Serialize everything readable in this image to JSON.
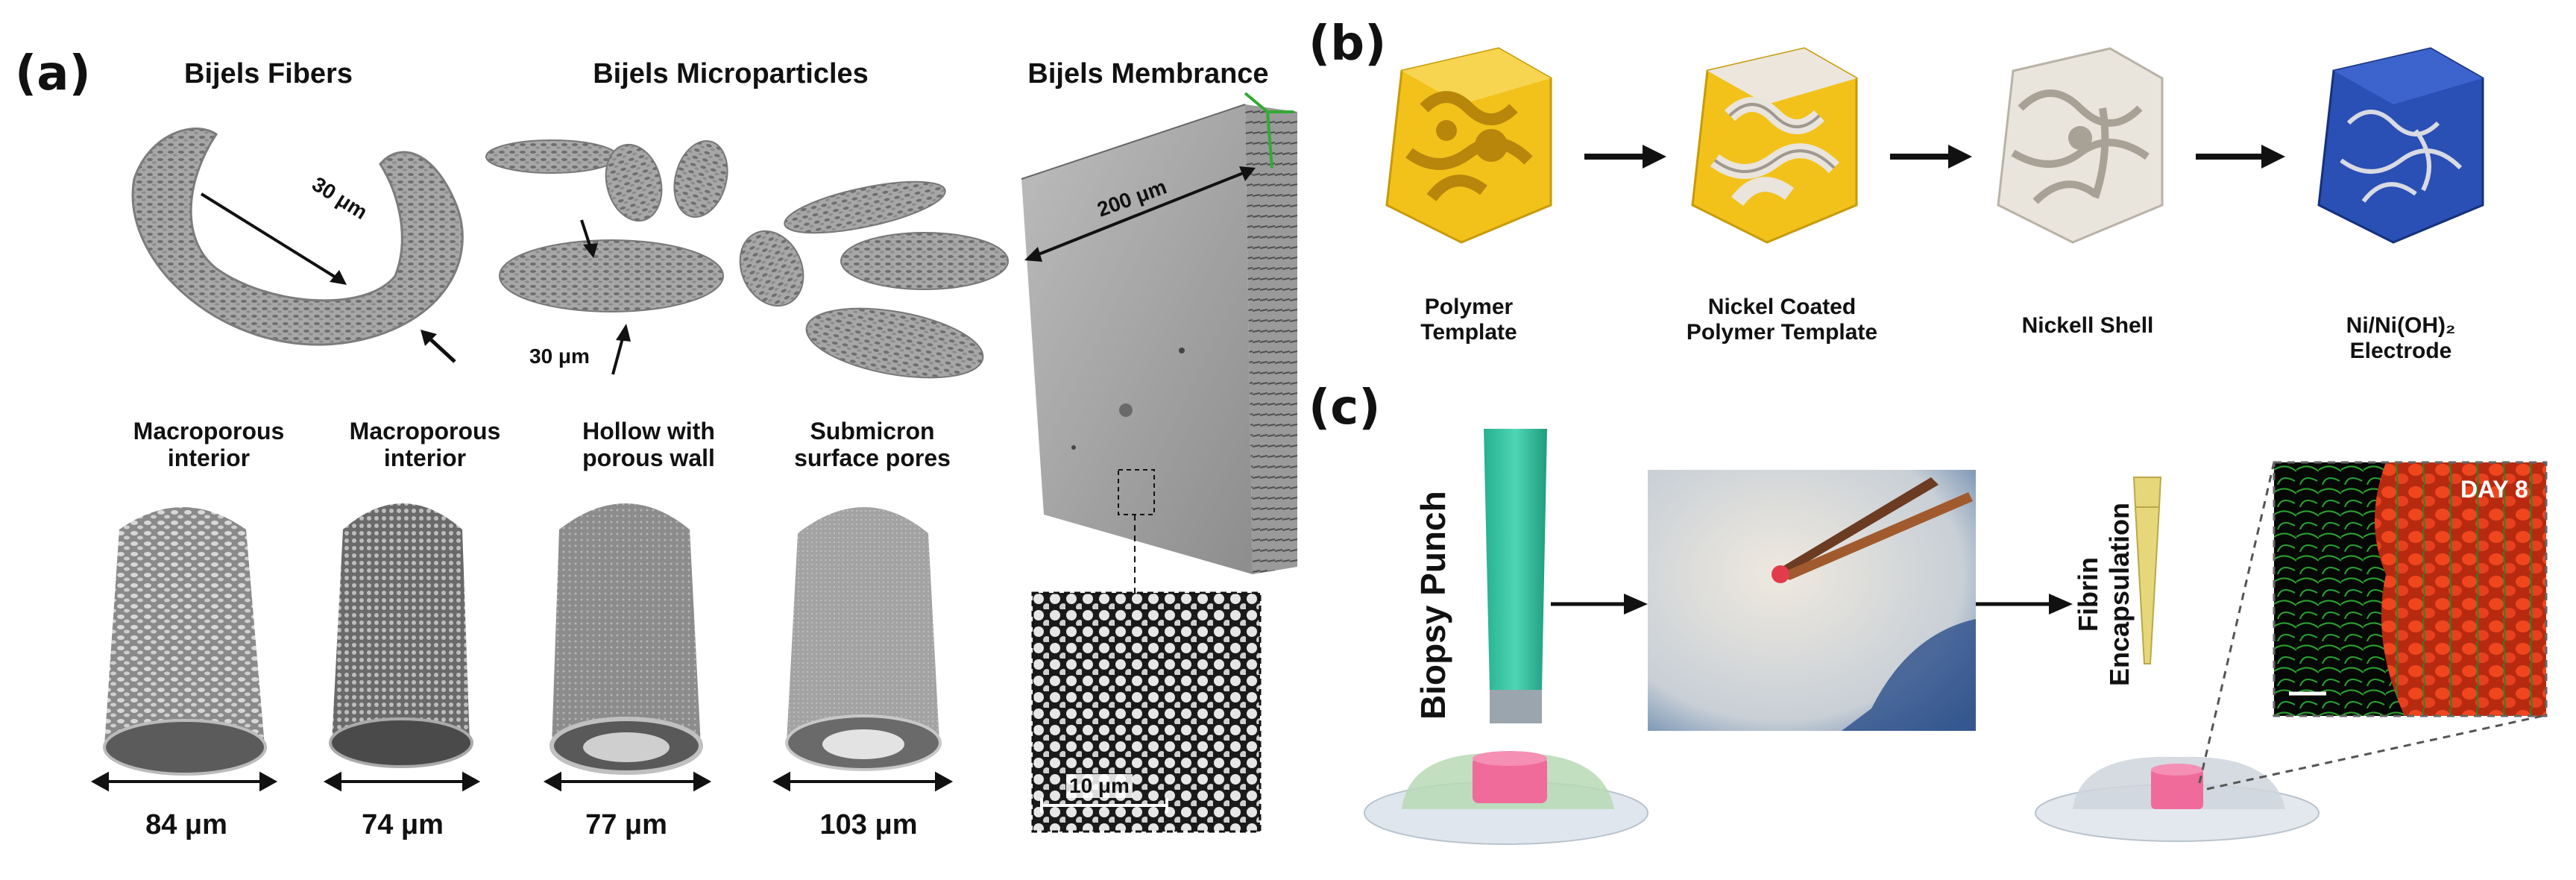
{
  "panel_a": {
    "label": "(a)",
    "titles": {
      "fibers": "Bijels Fibers",
      "microparticles": "Bijels Microparticles",
      "membrane": "Bijels Membrance"
    },
    "fiber_scale": "30 μm",
    "micro_scale": "30 μm",
    "membrane_scale": "200 μm",
    "zoom_scale": "10 μm",
    "cylinders": [
      {
        "caption_1": "Macroporous",
        "caption_2": "interior",
        "diameter": "84 μm"
      },
      {
        "caption_1": "Macroporous",
        "caption_2": "interior",
        "diameter": "74 μm"
      },
      {
        "caption_1": "Hollow with",
        "caption_2": "porous wall",
        "diameter": "77 μm"
      },
      {
        "caption_1": "Submicron",
        "caption_2": "surface pores",
        "diameter": "103 μm"
      }
    ]
  },
  "panel_b": {
    "label": "(b)",
    "steps": [
      {
        "line_1": "Polymer",
        "line_2": "Template"
      },
      {
        "line_1": "Nickel Coated",
        "line_2": "Polymer Template"
      },
      {
        "line_1": "Nickell Shell",
        "line_2": ""
      },
      {
        "line_1": "Ni/Ni(OH)₂",
        "line_2": "Electrode"
      }
    ],
    "colors": {
      "polymer": "#f2c21b",
      "nickel": "#e9e4dc",
      "electrode": "#2a4fb5"
    }
  },
  "panel_c": {
    "label": "(c)",
    "biopsy_label": "Biopsy Punch",
    "fibrin_label_1": "Fibrin",
    "fibrin_label_2": "Encapsulation",
    "day_label": "DAY 8",
    "colors": {
      "punch": "#2fc4a0",
      "sample": "#f06a9a",
      "tissue_red": "#e8401e",
      "tissue_green": "#1f8a2a"
    }
  }
}
